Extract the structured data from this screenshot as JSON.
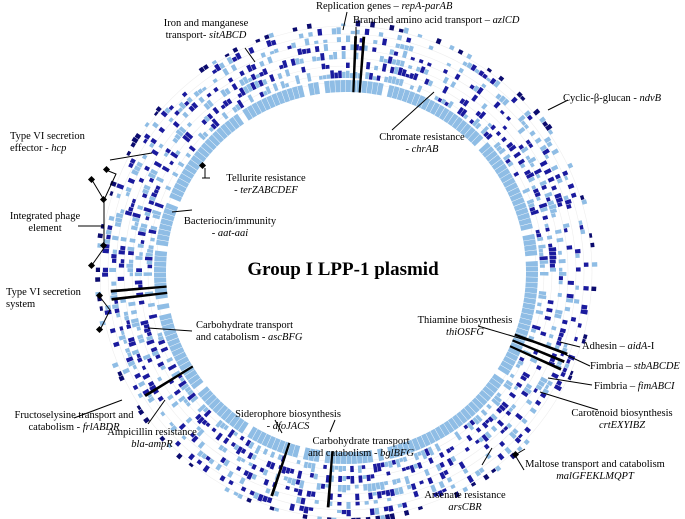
{
  "title": "Group I LPP-1 plasmid",
  "colors": {
    "track_light": "#8fbde5",
    "track_dark": "#1a1a9e",
    "track_darker": "#0b0b6e",
    "backbone": "#b8d3ec",
    "black": "#000000"
  },
  "labels": {
    "replication": {
      "text": "Replication genes – ",
      "genes": "repA-parAB"
    },
    "branched": {
      "text": "Branched amino acid transport – ",
      "genes": "azlCD"
    },
    "iron": {
      "line1": "Iron and manganese",
      "line2": "transport- ",
      "genes": "sitABCD"
    },
    "cyclic": {
      "text": "Cyclic-β-glucan - ",
      "genes": "ndvB"
    },
    "chromate": {
      "line1": "Chromate resistance",
      "prefix": "- ",
      "genes": "chrAB"
    },
    "t6ss_effector": {
      "line1": "Type VI secretion",
      "line2": "effector - ",
      "genes": "hcp"
    },
    "tellurite": {
      "line1": "Tellurite resistance",
      "prefix": "- ",
      "genes": "terZABCDEF"
    },
    "phage": {
      "line1": "Integrated phage",
      "line2": "element"
    },
    "bacteriocin": {
      "line1": "Bacteriocin/immunity",
      "prefix": "- ",
      "genes": "aat-aai"
    },
    "t6ss_system": {
      "line1": "Type VI secretion",
      "line2": "system"
    },
    "carb1": {
      "line1": "Carbohydrate transport",
      "line2": "and catabolism - ",
      "genes": "ascBFG"
    },
    "thiamine": {
      "line1": "Thiamine biosynthesis",
      "genes": "thiOSFG"
    },
    "adhesin": {
      "text": "Adhesin – ",
      "genes": "aidA",
      "suffix": "-I"
    },
    "fimbria1": {
      "text": "Fimbria – ",
      "genes": "stbABCDE"
    },
    "fimbria2": {
      "text": "Fimbria – ",
      "genes": "fimABCI"
    },
    "carotenoid": {
      "line1": "Carotenoid biosynthesis",
      "genes": "crtEXYIBZ"
    },
    "fructose": {
      "line1": "Fructoselysine transport and",
      "line2": "catabolism - ",
      "genes": "frlABDR"
    },
    "siderophore": {
      "line1": "Siderophore biosynthesis",
      "prefix": "- ",
      "genes": "dfoJACS"
    },
    "carb2": {
      "line1": "Carbohydrate transport",
      "line2": "and catabolism - ",
      "genes": "bglBFG"
    },
    "maltose": {
      "line1": "Maltose transport and catabolism",
      "genes": "malGFEKLMQPT"
    },
    "ampicillin": {
      "line1": "Ampicillin resistance",
      "genes": "bla-ampR"
    },
    "arsenate": {
      "line1": "Arsenate resistance",
      "genes": "arsCBR"
    }
  }
}
